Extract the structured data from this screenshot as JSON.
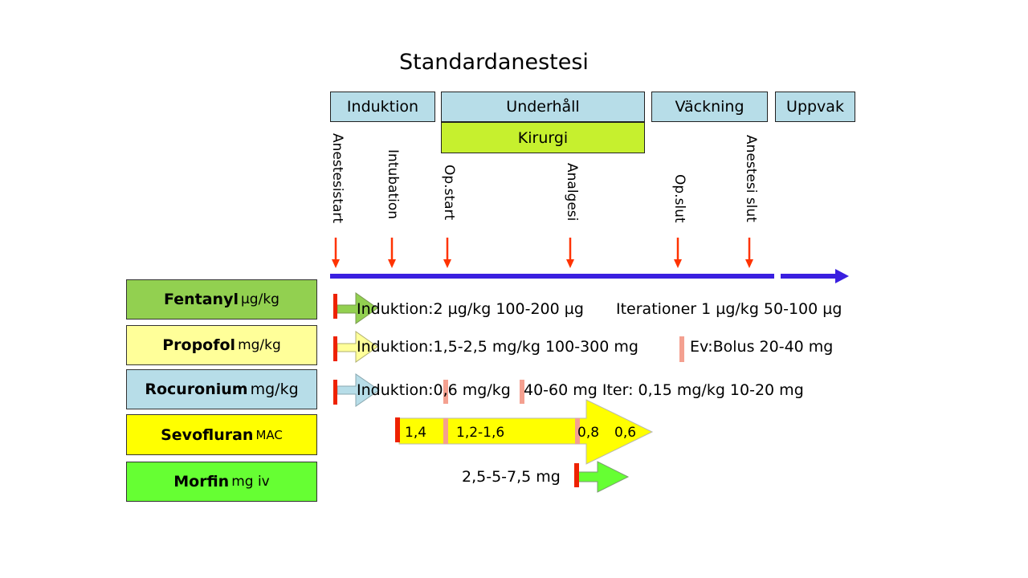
{
  "title": "Standardanestesi",
  "phases": {
    "induktion": "Induktion",
    "underhall": "Underhåll",
    "kirurgi": "Kirurgi",
    "vackning": "Väckning",
    "uppvak": "Uppvak"
  },
  "events": [
    {
      "label": "Anestesistart"
    },
    {
      "label": "Intubation"
    },
    {
      "label": "Op.start"
    },
    {
      "label": "Analgesi"
    },
    {
      "label": "Op.slut"
    },
    {
      "label": "Anestesi slut"
    }
  ],
  "drugs": [
    {
      "name": "Fentanyl",
      "unit": "µg/kg"
    },
    {
      "name": "Propofol",
      "unit": "mg/kg"
    },
    {
      "name": "Rocuronium",
      "unit": "mg/kg"
    },
    {
      "name": "Sevofluran",
      "unit": "MAC"
    },
    {
      "name": "Morfin",
      "unit": "mg iv"
    }
  ],
  "dosing": {
    "fentanyl_induction": "Induktion:2 µg/kg 100-200 µg",
    "fentanyl_iter": "Iterationer 1 µg/kg 50-100 µg",
    "propofol_induction": "Induktion:1,5-2,5 mg/kg 100-300 mg",
    "propofol_bolus": "Ev:Bolus 20-40 mg",
    "rocuronium_a": "Induktion:0,6 mg/kg",
    "rocuronium_b": "40-60 mg Iter: 0,15 mg/kg 10-20 mg",
    "sevo_1": "1,4",
    "sevo_2": "1,2-1,6",
    "sevo_3": "0,8",
    "sevo_4": "0,6",
    "morfin": "2,5-5-7,5 mg"
  },
  "colors": {
    "timeline": "#3a1fe0",
    "event_arrow": "#ff3300",
    "marker": "#ee2200",
    "fentanyl": "#92d050",
    "propofol": "#ffff99",
    "rocuronium": "#b7dde8",
    "sevofluran": "#ffff00",
    "morfin": "#66ff33"
  }
}
